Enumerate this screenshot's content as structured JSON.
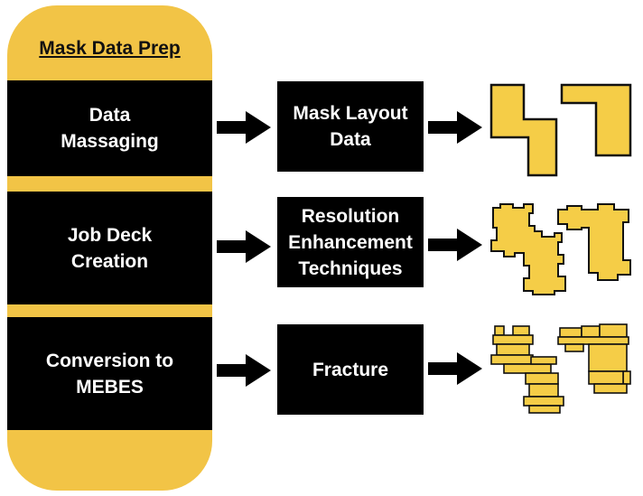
{
  "title": "Mask Data Prep",
  "steps": [
    {
      "label": "Data\nMassaging"
    },
    {
      "label": "Job Deck\nCreation"
    },
    {
      "label": "Conversion to\nMEBES"
    }
  ],
  "outputs": [
    {
      "label": "Mask Layout\nData"
    },
    {
      "label": "Resolution\nEnhancement\nTechniques"
    },
    {
      "label": "Fracture"
    }
  ],
  "colors": {
    "accent": "#f2c446",
    "box": "#000000",
    "text": "#ffffff",
    "shape_fill": "#f5cd47"
  }
}
